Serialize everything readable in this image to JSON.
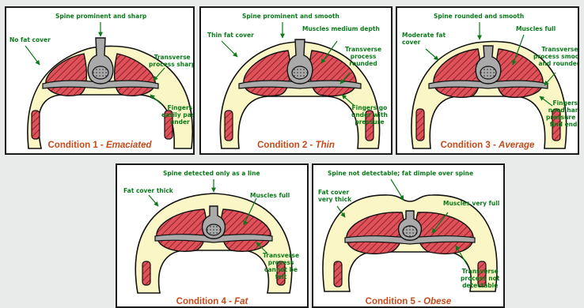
{
  "colors": {
    "fat": "#fbf6c6",
    "muscle": "#e0525a",
    "hatch": "#7a1620",
    "bone": "#a9aaa9",
    "annotation": "#0a7a1a",
    "caption": "#c44a1a"
  },
  "panels": [
    {
      "condition_prefix": "Condition 1 - ",
      "condition_name": "Emaciated",
      "labels": {
        "spine": "Spine prominent and sharp",
        "fat": "No fat cover",
        "transverse": "Transverse\nprocess sharp",
        "fingers": "Fingers\neasily pass\nunder"
      }
    },
    {
      "condition_prefix": "Condition 2 - ",
      "condition_name": "Thin",
      "labels": {
        "spine": "Spine prominent and smooth",
        "fat": "Thin fat cover",
        "muscles": "Muscles medium depth",
        "transverse": "Transverse\nprocess\nrounded",
        "fingers": "Fingers go\nunder with\npressure"
      }
    },
    {
      "condition_prefix": "Condition 3 - ",
      "condition_name": "Average",
      "labels": {
        "spine": "Spine rounded and smooth",
        "fat": "Moderate fat\ncover",
        "muscles": "Muscles full",
        "transverse": "Transverse\nprocess smooth\nand rounded",
        "fingers": "Fingers\nneed hard\npressure to\nfind ends"
      }
    },
    {
      "condition_prefix": "Condition 4 - ",
      "condition_name": "Fat",
      "labels": {
        "spine": "Spine detected only as a line",
        "fat": "Fat cover thick",
        "muscles": "Muscles full",
        "transverse": "Transverse\nprocess\ncannot be\nfelt"
      }
    },
    {
      "condition_prefix": "Condition 5 - ",
      "condition_name": "Obese",
      "labels": {
        "spine": "Spine not detectable; fat dimple over spine",
        "fat": "Fat cover\nvery thick",
        "muscles": "Muscles very full",
        "transverse": "Transverse\nprocess not\ndetectable"
      }
    }
  ]
}
